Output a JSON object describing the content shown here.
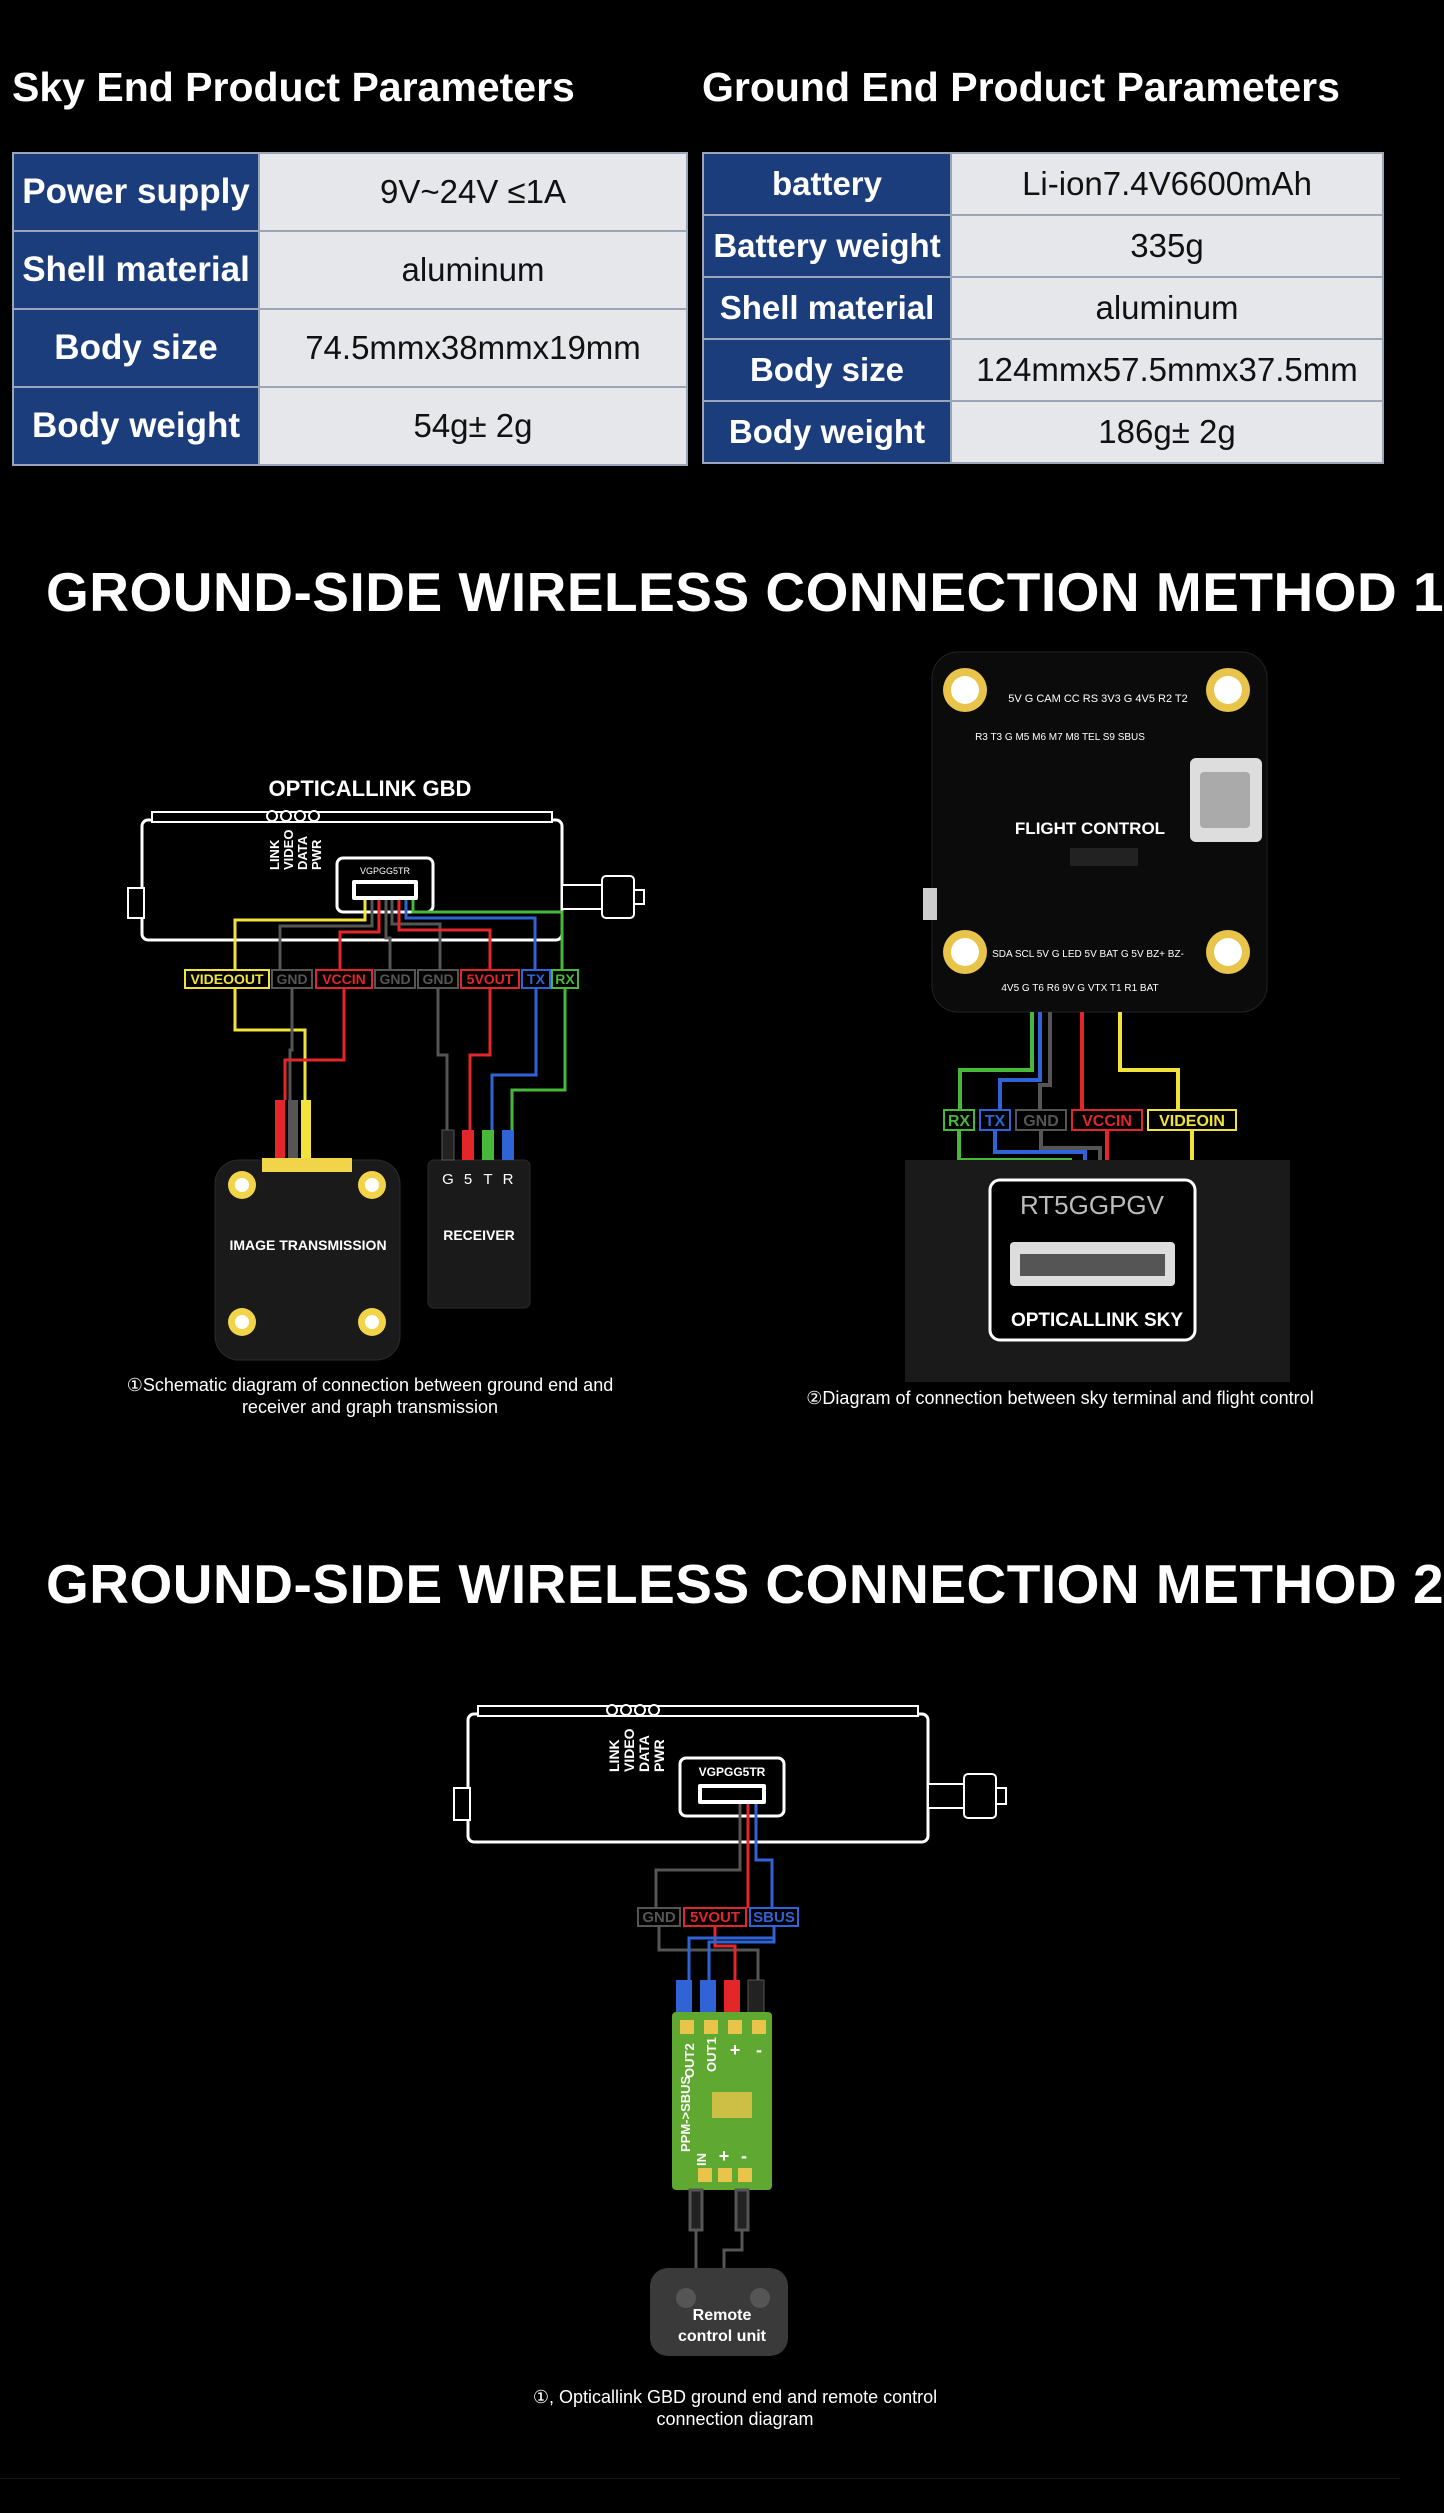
{
  "sky": {
    "title": "Sky End Product Parameters",
    "rows": [
      {
        "key": "Power supply",
        "value": "9V~24V ≤1A"
      },
      {
        "key": "Shell material",
        "value": "aluminum"
      },
      {
        "key": "Body size",
        "value": "74.5mmx38mmx19mm"
      },
      {
        "key": "Body weight",
        "value": "54g± 2g"
      }
    ]
  },
  "ground": {
    "title": "Ground End Product Parameters",
    "rows": [
      {
        "key": "battery",
        "value": "Li-ion7.4V6600mAh"
      },
      {
        "key": "Battery weight",
        "value": "335g"
      },
      {
        "key": "Shell material",
        "value": "aluminum"
      },
      {
        "key": "Body size",
        "value": "124mmx57.5mmx37.5mm"
      },
      {
        "key": "Body weight",
        "value": "186g± 2g"
      }
    ]
  },
  "method1": {
    "title": "GROUND-SIDE WIRELESS CONNECTION METHOD 1",
    "left": {
      "device_title": "OPTICALLINK GBD",
      "leds": [
        "LINK",
        "VIDEO",
        "DATA",
        "PWR"
      ],
      "port_label": "VGPGG5TR",
      "pins": [
        "VIDEOOUT",
        "GND",
        "VCCIN",
        "GND",
        "GND",
        "5VOUT",
        "TX",
        "RX"
      ],
      "image_tx_label": "IMAGE TRANSMISSION",
      "receiver_label": "RECEIVER",
      "receiver_pins": [
        "G",
        "5",
        "T",
        "R"
      ],
      "caption_line1": "①Schematic diagram of connection between ground end and",
      "caption_line2": "receiver and graph transmission"
    },
    "right": {
      "fc_label": "FLIGHT CONTROL",
      "fc_top_pads": "5V  G  CAM CC  RS  3V3  G  4V5  R2  T2",
      "fc_top_pads2": "R3  T3  G  M5  M6  M7  M8 TEL  S9  SBUS",
      "fc_bottom_pads": "SDA SCL 5V  G  LED 5V BAT  G   5V  BZ+ BZ-",
      "fc_bottom_pads2": "4V5  G  T6  R6  9V  G  VTX  T1  R1  BAT",
      "pins": [
        "RX",
        "TX",
        "GND",
        "VCCIN",
        "VIDEOIN"
      ],
      "sky_port": "RT5GGPGV",
      "sky_label": "OPTICALLINK SKY",
      "caption": "②Diagram of connection between sky terminal and flight control"
    }
  },
  "method2": {
    "title": "GROUND-SIDE WIRELESS CONNECTION METHOD 2",
    "leds": [
      "LINK",
      "VIDEO",
      "DATA",
      "PWR"
    ],
    "port_label": "VGPGG5TR",
    "pins": [
      "GND",
      "5VOUT",
      "SBUS"
    ],
    "converter_label": "PPM->SBUS",
    "converter_outputs": [
      "OUT2",
      "OUT1",
      "+",
      "-"
    ],
    "converter_inputs": [
      "IN",
      "+",
      "-"
    ],
    "remote_label_line1": "Remote",
    "remote_label_line2": "control unit",
    "caption_line1": "①, Opticallink GBD ground end and remote control",
    "caption_line2": "connection diagram"
  },
  "colors": {
    "table_key": "#1c3d7c",
    "table_value": "#e6e7ea",
    "wire_yellow": "#f2e33a",
    "wire_red": "#e3262a",
    "wire_blue": "#2f63d6",
    "wire_green": "#48b83b",
    "wire_black": "#555555",
    "pcb_green": "#5fa832"
  }
}
